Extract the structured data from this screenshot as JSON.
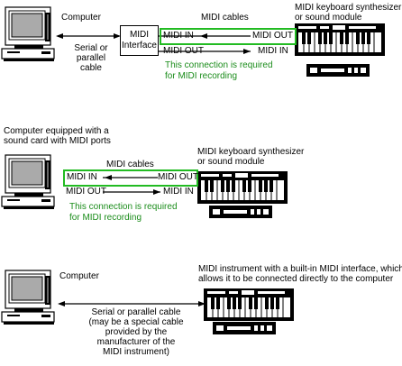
{
  "section1": {
    "computer_label": "Computer",
    "cable_label": [
      "Serial or",
      "parallel",
      "cable"
    ],
    "interface_label": [
      "MIDI",
      "Interface"
    ],
    "midi_cables_label": "MIDI cables",
    "device_label": [
      "MIDI keyboard synthesizer",
      "or sound module"
    ],
    "midi_in_left": "MIDI IN",
    "midi_out_right": "MIDI OUT",
    "midi_out_left": "MIDI OUT",
    "midi_in_right": "MIDI IN",
    "note": [
      "This connection is required",
      "for MIDI recording"
    ]
  },
  "section2": {
    "computer_label": [
      "Computer equipped with a",
      "sound card with MIDI ports"
    ],
    "midi_cables_label": "MIDI cables",
    "device_label": [
      "MIDI keyboard synthesizer",
      "or sound module"
    ],
    "midi_in_left": "MIDI IN",
    "midi_out_right": "MIDI OUT",
    "midi_out_left": "MIDI OUT",
    "midi_in_right": "MIDI IN",
    "note": [
      "This connection is required",
      "for MIDI recording"
    ]
  },
  "section3": {
    "computer_label": "Computer",
    "device_label": [
      "MIDI instrument with a built-in MIDI interface, which",
      "allows it to be connected directly to the computer"
    ],
    "cable_label": [
      "Serial or parallel cable",
      "(may be a special cable",
      "provided by the",
      "manufacturer of the",
      "MIDI instrument)"
    ]
  },
  "colors": {
    "highlight": "#22bb22",
    "note_text": "#1a8c1a",
    "line": "#000000"
  },
  "icons": [
    "computer-icon",
    "keyboard-synth-icon",
    "sound-module-icon"
  ]
}
